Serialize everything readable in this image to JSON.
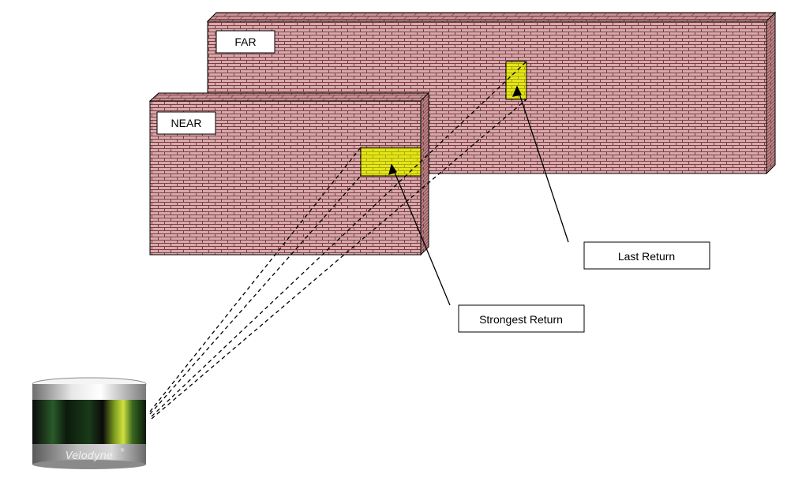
{
  "walls": {
    "far": {
      "label": "FAR"
    },
    "near": {
      "label": "NEAR"
    }
  },
  "callouts": {
    "last_return": {
      "label": "Last Return"
    },
    "strongest_return": {
      "label": "Strongest Return"
    }
  },
  "sensor": {
    "brand": "Velodyne",
    "trademark": "®"
  },
  "colors": {
    "brick_face": "#d8a9ab",
    "brick_top": "#c99597",
    "brick_side": "#b98486",
    "mortar": "#7a3e44",
    "highlight": "#e6e619",
    "beam": "#000000"
  }
}
